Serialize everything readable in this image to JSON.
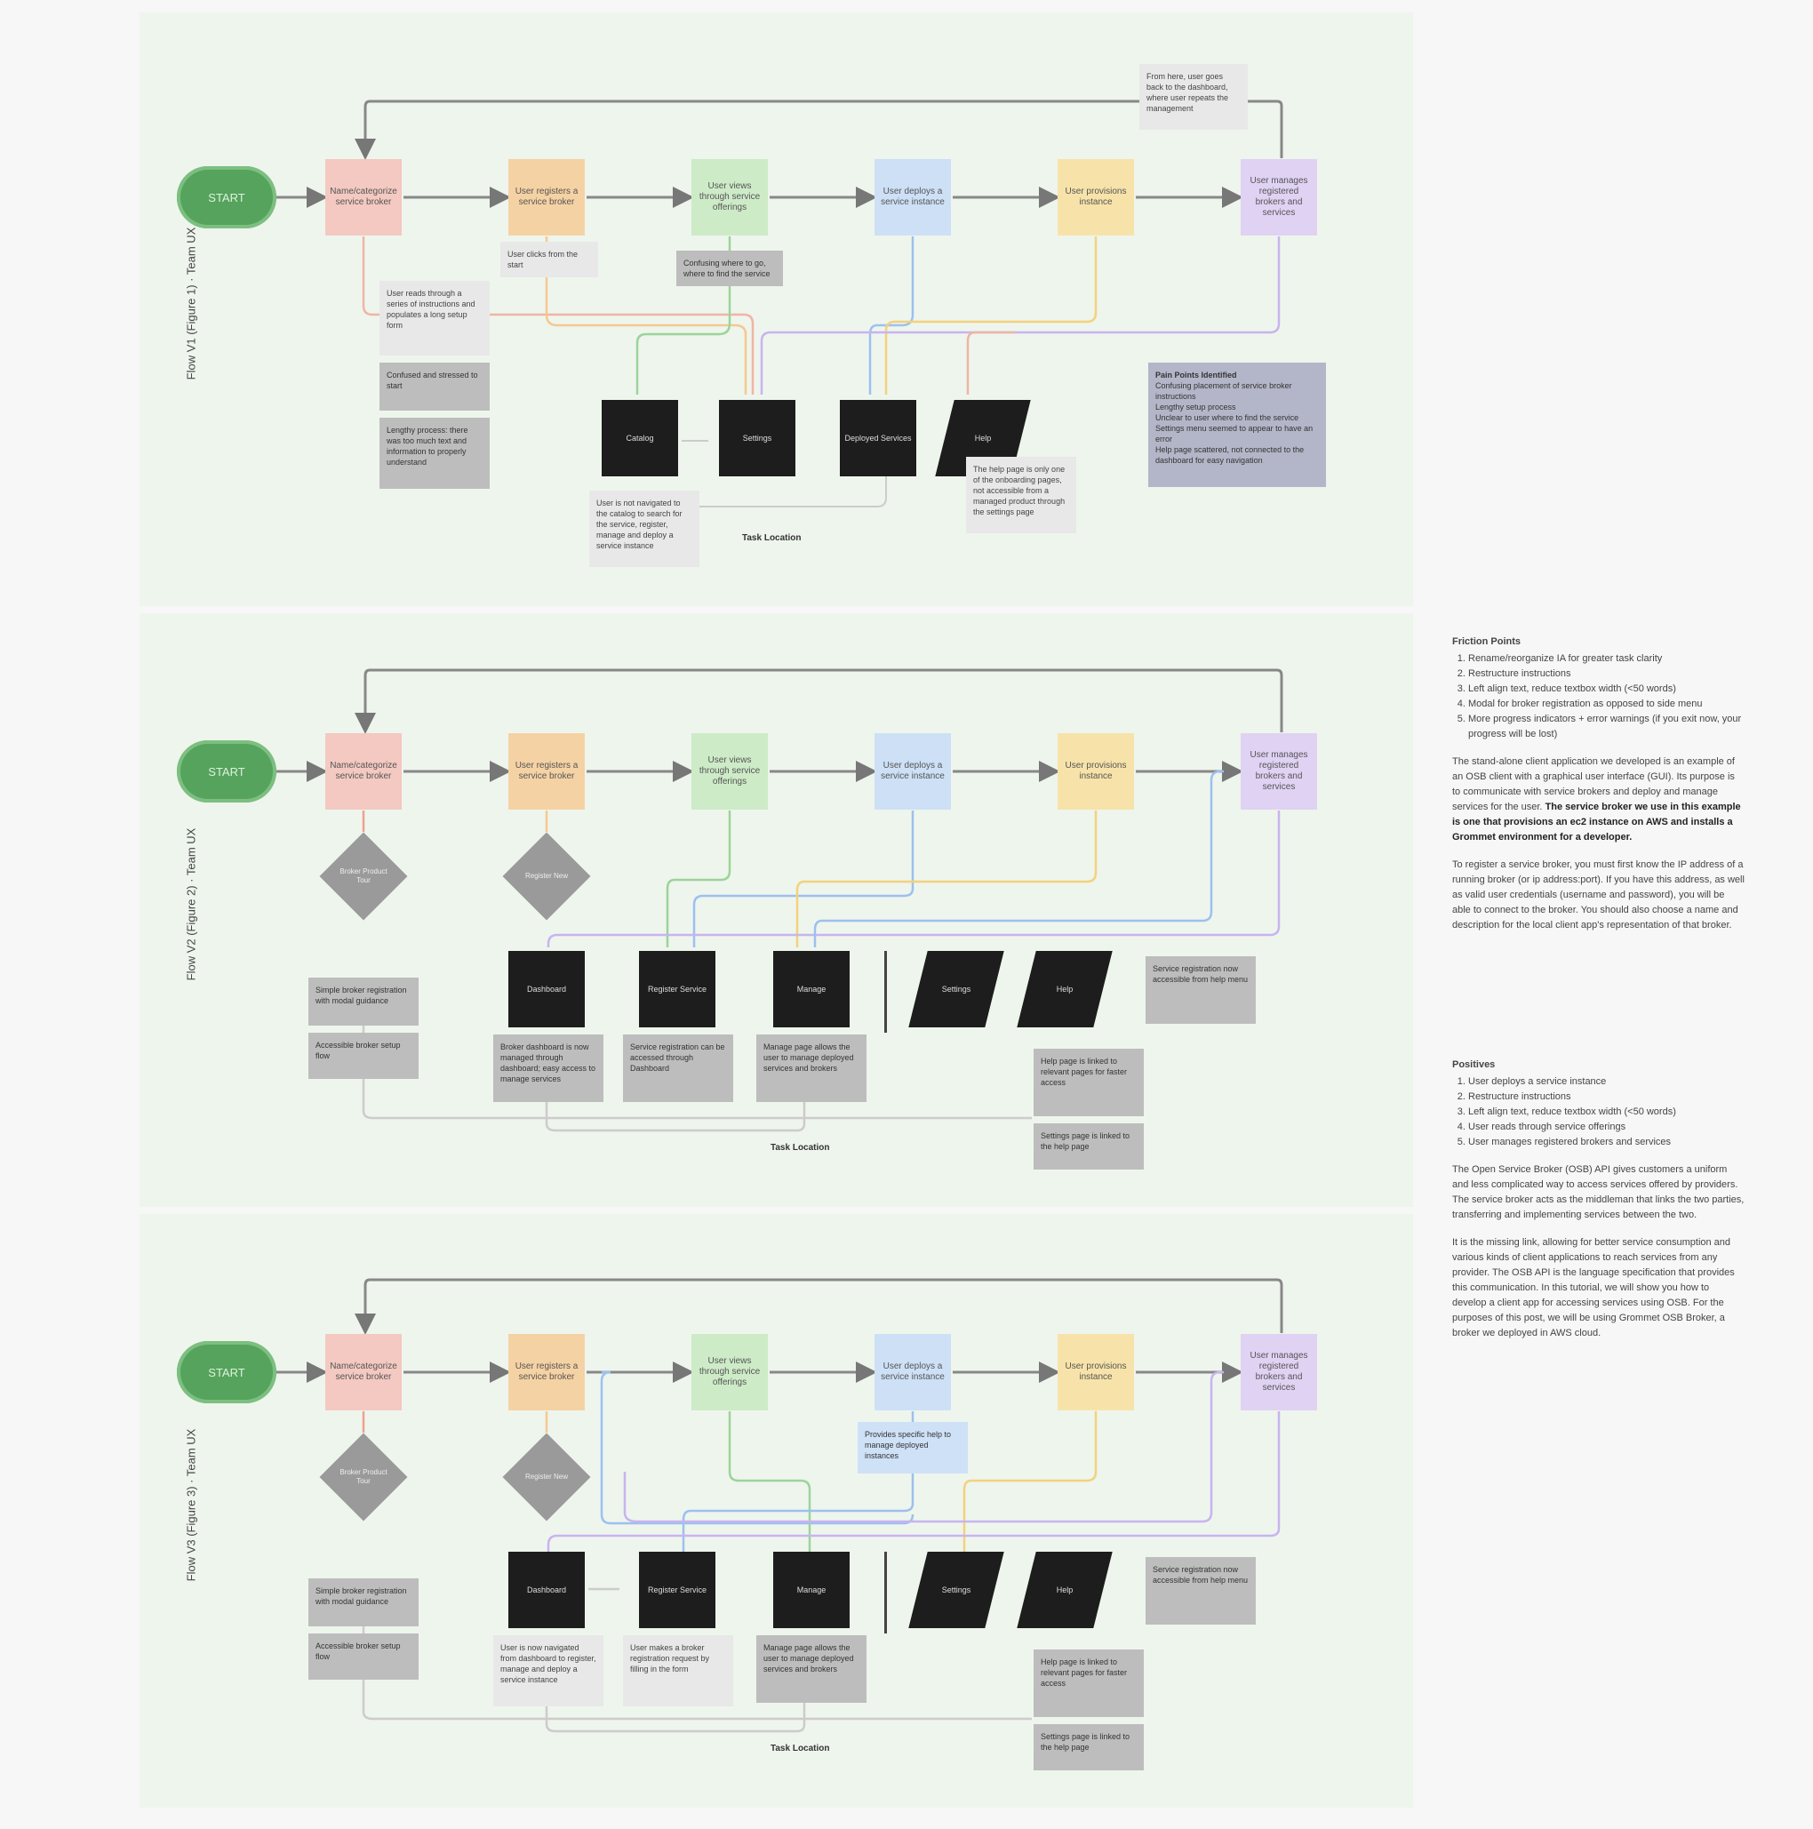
{
  "steps": {
    "start": "START",
    "s1": "Name/categorize service broker",
    "s2": "User registers a service broker",
    "s3": "User views through service offerings",
    "s4": "User deploys a service instance",
    "s5": "User provisions instance",
    "s6": "User manages registered brokers and services"
  },
  "locations": {
    "catalog": "Catalog",
    "settings": "Settings",
    "dashboard": "Dashboard",
    "deployed_services": "Deployed Services",
    "help": "Help",
    "register_service": "Register Service",
    "manage": "Manage"
  },
  "decisions": {
    "broker_tour": "Broker Product Tour",
    "register_new": "Register New"
  },
  "task_location": "Task Location",
  "flow1": {
    "side_label": "Flow V1 (Figure 1) · Team UX",
    "note_top": "From here, user goes back to the dashboard, where user repeats the management",
    "note_s2": "User clicks from the start",
    "note_s3": "Confusing where to go, where to find the service",
    "note_s1": "User reads through a series of instructions and populates a long setup form",
    "note_dark1": "Confused and stressed to start",
    "note_dark2": "Lengthy process: there was too much text and information to properly understand",
    "note_catalog": "User is not navigated to the catalog to search for the service, register, manage and deploy a service instance",
    "note_help": "The help page is only one of the onboarding pages, not accessible from a managed product through the settings page",
    "summary_title": "Pain Points Identified",
    "summary_items": [
      "Confusing placement of service broker instructions",
      "Lengthy setup process",
      "Unclear to user where to find the service",
      "Settings menu seemed to appear to have an error",
      "Help page scattered, not connected to the dashboard for easy navigation"
    ]
  },
  "flow2": {
    "side_label": "Flow V2 (Figure 2) · Team UX",
    "note_left1": "Simple broker registration with modal guidance",
    "note_left2": "Accessible broker setup flow",
    "note_dash": "Broker dashboard is now managed through dashboard; easy access to manage services",
    "note_reg": "Service registration can be accessed through Dashboard",
    "note_manage": "Manage page allows the user to manage deployed services and brokers",
    "note_right1": "Service registration now accessible from help menu",
    "note_help": "Help page is linked to relevant pages for faster access",
    "note_help2": "Settings page is linked to the help page"
  },
  "flow3": {
    "side_label": "Flow V3 (Figure 3) · Team UX",
    "note_left1": "Simple broker registration with modal guidance",
    "note_left2": "Accessible broker setup flow",
    "note_dash": "User is now navigated from dashboard to register, manage and deploy a service instance",
    "note_reg": "User makes a broker registration request by filling in the form",
    "note_manage": "Manage page allows the user to manage deployed services and brokers",
    "note_right1": "Service registration now accessible from help menu",
    "note_help": "Help page is linked to relevant pages for faster access",
    "note_help2": "Settings page is linked to the help page",
    "note_blue": "Provides specific help to manage deployed instances"
  },
  "sidebar": {
    "friction_title": "Friction Points",
    "friction_items": [
      "Rename/reorganize IA for greater task clarity",
      "Restructure instructions",
      "Left align text, reduce textbox width (<50 words)",
      "Modal for broker registration as opposed to side menu",
      "More progress indicators + error warnings (if you exit now, your progress will be lost)"
    ],
    "para1_plain": "The stand-alone client application we developed is an example of an OSB client with a graphical user interface (GUI). Its purpose is to communicate with service brokers and deploy and manage services for the user.",
    "para1_bold": "The service broker we use in this example is one that provisions an ec2 instance on AWS and installs a Grommet environment for a developer.",
    "para2": "To register a service broker, you must first know the IP address of a running broker (or ip address:port). If you have this address, as well as valid user credentials (username and password), you will be able to connect to the broker. You should also choose a name and description for the local client app's representation of that broker.",
    "positives_title": "Positives",
    "positives_items": [
      "User deploys a service instance",
      "Restructure instructions",
      "Left align text, reduce textbox width (<50 words)",
      "User reads through service offerings",
      "User manages registered brokers and services"
    ],
    "para3": "The Open Service Broker (OSB) API gives customers a uniform and less complicated way to access services offered by providers. The service broker acts as the middleman that links the two parties, transferring and implementing services between the two.",
    "para4": "It is the missing link, allowing for better service consumption and various kinds of client applications to reach services from any provider. The OSB API is the language specification that provides this communication. In this tutorial, we will show you how to develop a client app for accessing services using OSB. For the purposes of this post, we will be using Grommet OSB Broker, a broker we deployed in AWS cloud."
  },
  "colors": {
    "pink": "#f3c9c1",
    "orange": "#f5d2a4",
    "green": "#cdebc7",
    "blue": "#cde0f6",
    "yellow": "#f7e3a9",
    "purple": "#e0d2f3",
    "start": "#55a35c",
    "panel": "#eef5ed"
  }
}
